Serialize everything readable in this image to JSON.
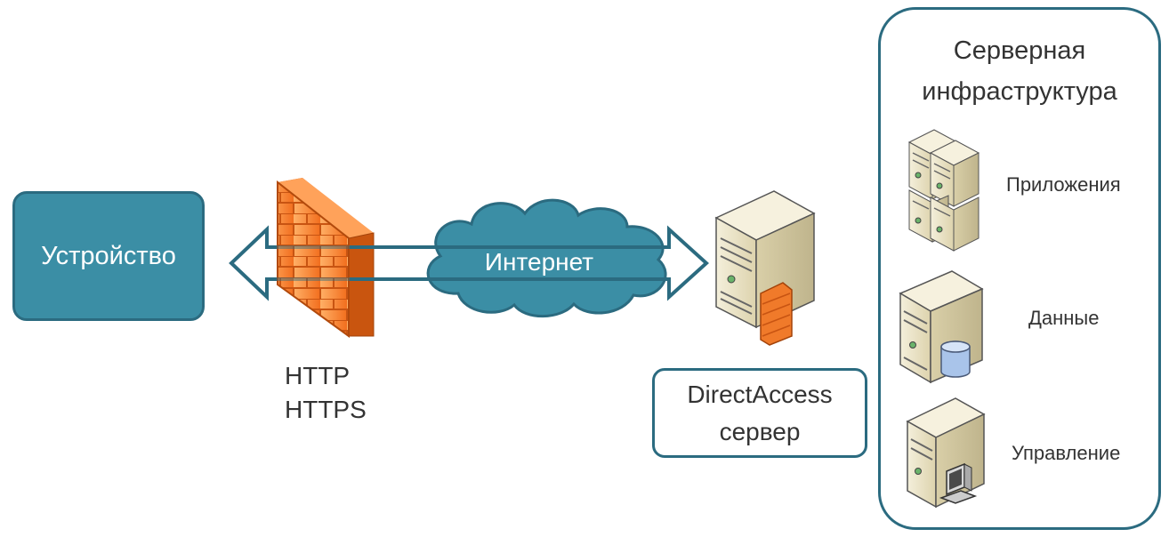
{
  "device": {
    "label": "Устройство"
  },
  "cloud": {
    "label": "Интернет"
  },
  "protocols": [
    "HTTP",
    "HTTPS"
  ],
  "directaccess": {
    "line1": "DirectAccess",
    "line2": "сервер"
  },
  "infrastructure": {
    "title_line1": "Серверная",
    "title_line2": "инфраструктура",
    "items": [
      {
        "label": "Приложения",
        "icon": "server-cluster-icon"
      },
      {
        "label": "Данные",
        "icon": "database-server-icon"
      },
      {
        "label": "Управление",
        "icon": "management-server-icon"
      }
    ]
  },
  "colors": {
    "teal": "#3b8ea5",
    "teal_border": "#2b6b80",
    "firewall": "#f07a2a",
    "server": "#eee6c8"
  }
}
